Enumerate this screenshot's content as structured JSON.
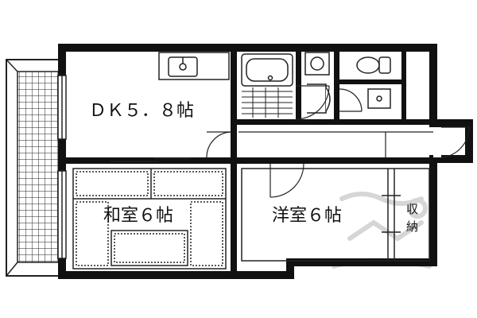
{
  "floor_plan": {
    "rooms": {
      "dk": {
        "label": "ＤＫ５．８帖"
      },
      "washitsu": {
        "label": "和室６帖"
      },
      "youshitsu": {
        "label": "洋室６帖"
      },
      "storage": {
        "label_top": "収",
        "label_bottom": "納"
      }
    },
    "colors": {
      "wall": "#111111",
      "line": "#222222",
      "watermark": "#d6d6d6"
    }
  }
}
